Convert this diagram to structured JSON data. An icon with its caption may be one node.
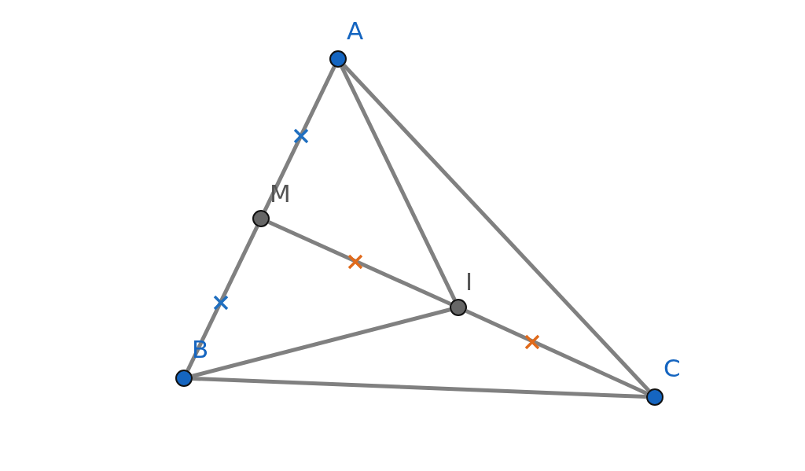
{
  "diagram": {
    "nodes": [
      {
        "text": [],
        "shape": "circle",
        "beside": [
          "A"
        ]
      },
      {
        "text": [],
        "shape": "circle",
        "beside": [
          "M"
        ]
      },
      {
        "text": [],
        "shape": "circle",
        "beside": [
          "I"
        ]
      },
      {
        "text": [],
        "shape": "circle",
        "beside": [
          "B"
        ]
      },
      {
        "text": [],
        "shape": "circle",
        "beside": [
          "C"
        ]
      }
    ],
    "edges": [
      {
        "from": 0,
        "to": 1,
        "arrow": "none"
      },
      {
        "from": 1,
        "to": 3,
        "arrow": "none"
      },
      {
        "from": 0,
        "to": 4,
        "arrow": "none"
      },
      {
        "from": 0,
        "to": 2,
        "arrow": "none"
      },
      {
        "from": 1,
        "to": 2,
        "arrow": "none"
      },
      {
        "from": 2,
        "to": 4,
        "arrow": "none"
      },
      {
        "from": 3,
        "to": 2,
        "arrow": "none"
      },
      {
        "from": 3,
        "to": 4,
        "arrow": "none"
      }
    ]
  }
}
